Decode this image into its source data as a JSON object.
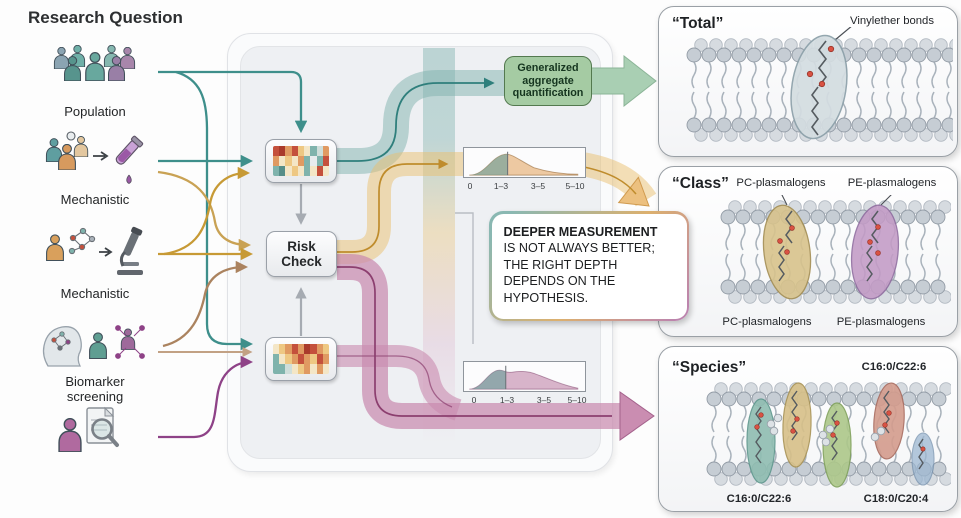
{
  "title": "Research Question",
  "sources": [
    {
      "label": "Population"
    },
    {
      "label": "Mechanistic"
    },
    {
      "label": "Mechanistic"
    },
    {
      "label": "Biomarker screening"
    },
    {
      "label": ""
    }
  ],
  "flowchart": {
    "risk_check": "Risk Check",
    "aggregate_box": "Generalized aggregate quantification",
    "callout_emphasis": "DEEPER MEASUREMENT",
    "callout_rest": "IS NOT ALWAYS BETTER; THE RIGHT DEPTH DEPENDS ON THE HYPOTHESIS."
  },
  "histograms": {
    "h1": {
      "ticks": [
        "0",
        "1–3",
        "3–5",
        "5–10"
      ]
    },
    "h2": {
      "ticks": [
        "0",
        "1–3",
        "3–5",
        "5–10"
      ]
    }
  },
  "heatmap_palette": {
    "r": "#c4503c",
    "d": "#a93a2b",
    "o": "#e09a62",
    "y": "#eec883",
    "c": "#f4e6c6",
    "t": "#7fb3ac",
    "g": "#cfdeda",
    "b": "#578e88",
    "w": "#e8ecee"
  },
  "heatmaps": {
    "h1": [
      [
        "r",
        "d",
        "o",
        "r",
        "y",
        "c",
        "t",
        "g",
        "o"
      ],
      [
        "o",
        "c",
        "y",
        "c",
        "o",
        "t",
        "w",
        "t",
        "r"
      ],
      [
        "t",
        "b",
        "c",
        "y",
        "c",
        "t",
        "c",
        "r",
        "c"
      ]
    ],
    "h2": [
      [
        "c",
        "y",
        "o",
        "r",
        "o",
        "d",
        "r",
        "o",
        "y"
      ],
      [
        "t",
        "c",
        "y",
        "o",
        "r",
        "o",
        "y",
        "r",
        "o"
      ],
      [
        "t",
        "t",
        "g",
        "c",
        "y",
        "o",
        "c",
        "o",
        "c"
      ]
    ]
  },
  "panels": {
    "total": {
      "title": "“Total”",
      "annotation": "Vinylether bonds"
    },
    "class": {
      "title": "“Class”",
      "top_left": "PC-plasmalogens",
      "top_right": "PE-plasmalogens",
      "bottom_left": "PC-plasmalogens",
      "bottom_right": "PE-plasmalogens"
    },
    "species": {
      "title": "“Species”",
      "top_label": "C16:0/C22:6",
      "bottom_left": "C16:0/C22:6",
      "bottom_right": "C18:0/C20:4"
    }
  },
  "colors": {
    "teal": "#3e8f8b",
    "teal_band": "#7fb2ad",
    "teal_dark": "#2f7f7c",
    "gold": "#c79a35",
    "gold_band": "#e9c070",
    "gold_pale": "#c9a254",
    "tan": "#ab835f",
    "tan_light": "#c2a184",
    "purple": "#8e4287",
    "pink": "#ca8db1",
    "pink_dark": "#8c3f6f",
    "green_fill": "#a5cba3",
    "green_border": "#53794f",
    "green_arrow": "#a9cfb3",
    "gray_line": "#a6abb2"
  }
}
